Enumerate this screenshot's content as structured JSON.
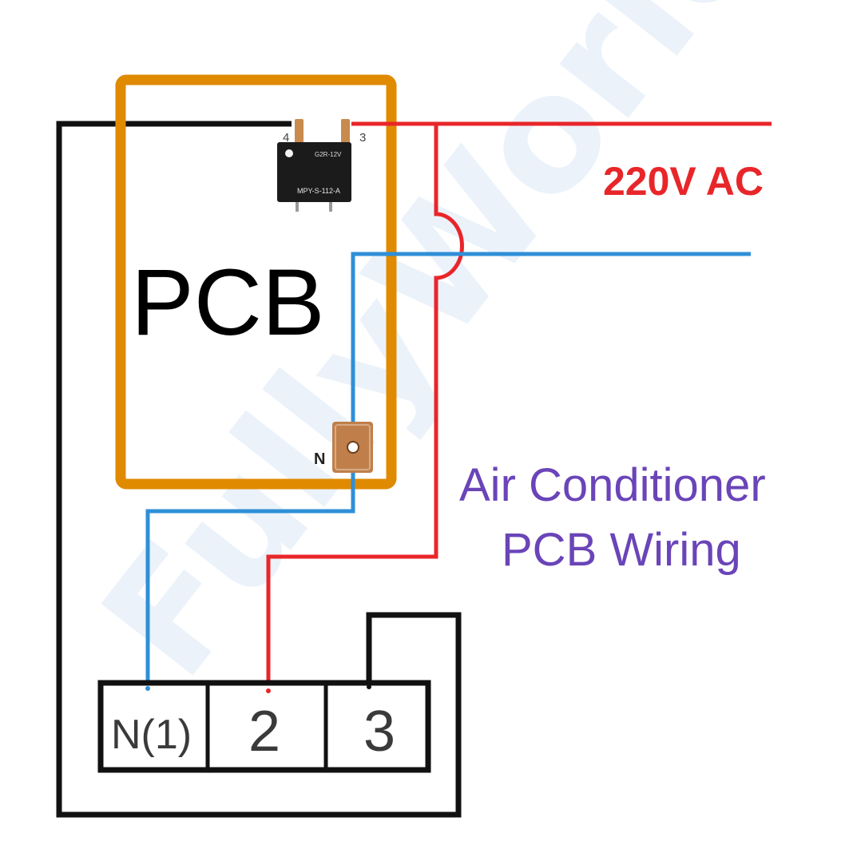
{
  "watermark": "FullyWorld",
  "pcb": {
    "label": "PCB",
    "neutral_tab_label": "N"
  },
  "relay": {
    "pin_left_label": "4",
    "pin_right_label": "3",
    "body_line_1": "G2R-12V",
    "body_line_2": "MPY-S-112-A"
  },
  "supply": {
    "label": "220V AC"
  },
  "title": {
    "line_1": "Air Conditioner",
    "line_2": "PCB Wiring"
  },
  "terminal_block": {
    "terminals": [
      {
        "label": "N(1)"
      },
      {
        "label": "2"
      },
      {
        "label": "3"
      }
    ]
  },
  "colors": {
    "pcb_border": "#e08a00",
    "live_wire": "#e8262a",
    "neutral_wire": "#2f8fd8",
    "loop_wire": "#111111",
    "supply_label": "#e8262a",
    "title_text": "#6a44b8",
    "relay_body": "#1b1b1b",
    "relay_pin": "#c98a4e",
    "neutral_tab": "#c07f4a",
    "watermark": "#dbe8f5"
  }
}
